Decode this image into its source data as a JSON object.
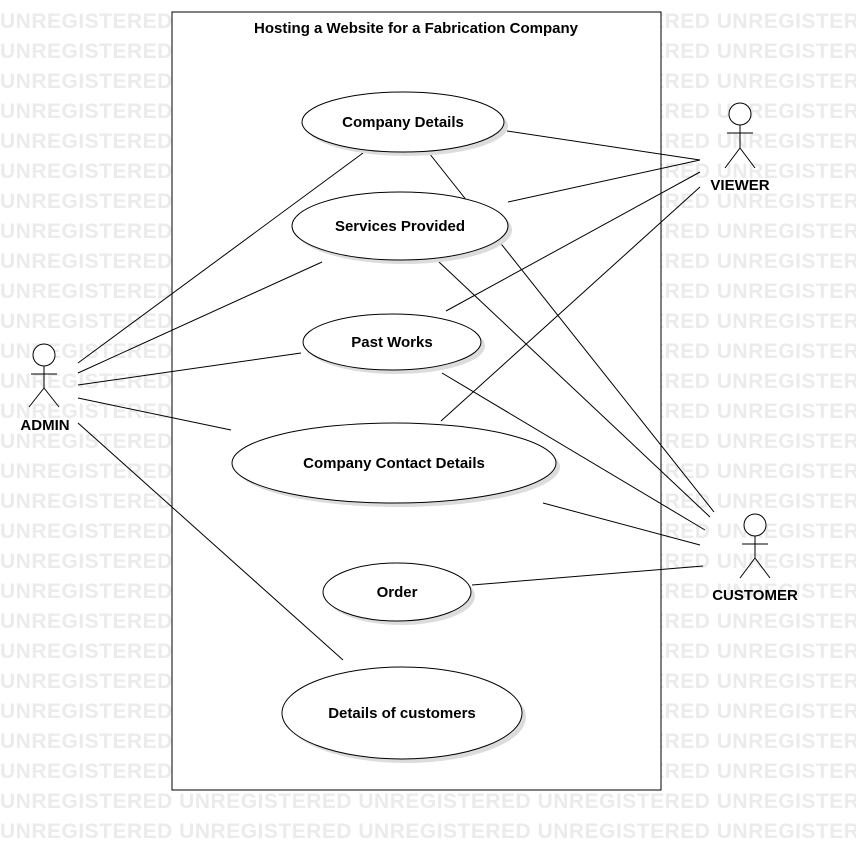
{
  "watermark": "UNREGISTERED",
  "system": {
    "title": "Hosting a Website for a Fabrication Company"
  },
  "actors": {
    "admin": "ADMIN",
    "viewer": "VIEWER",
    "customer": "CUSTOMER"
  },
  "use_cases": {
    "company_details": "Company Details",
    "services_provided": "Services Provided",
    "past_works": "Past Works",
    "company_contact_details": "Company Contact Details",
    "order": "Order",
    "details_of_customers": "Details of customers"
  }
}
